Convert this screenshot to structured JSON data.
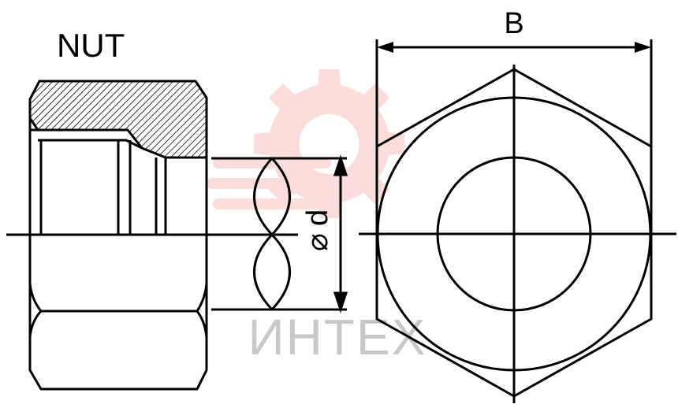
{
  "title": "NUT",
  "labels": {
    "width_dimension": "B",
    "diameter_symbol": "⌀",
    "diameter_letter": "d"
  },
  "watermark": {
    "text": "ИНТЕХ",
    "logo_icon": "gear-logo-icon",
    "logo_color": "#e8413c",
    "text_color": "#c8c8c8"
  },
  "colors": {
    "line": "#000000",
    "background": "#ffffff"
  }
}
